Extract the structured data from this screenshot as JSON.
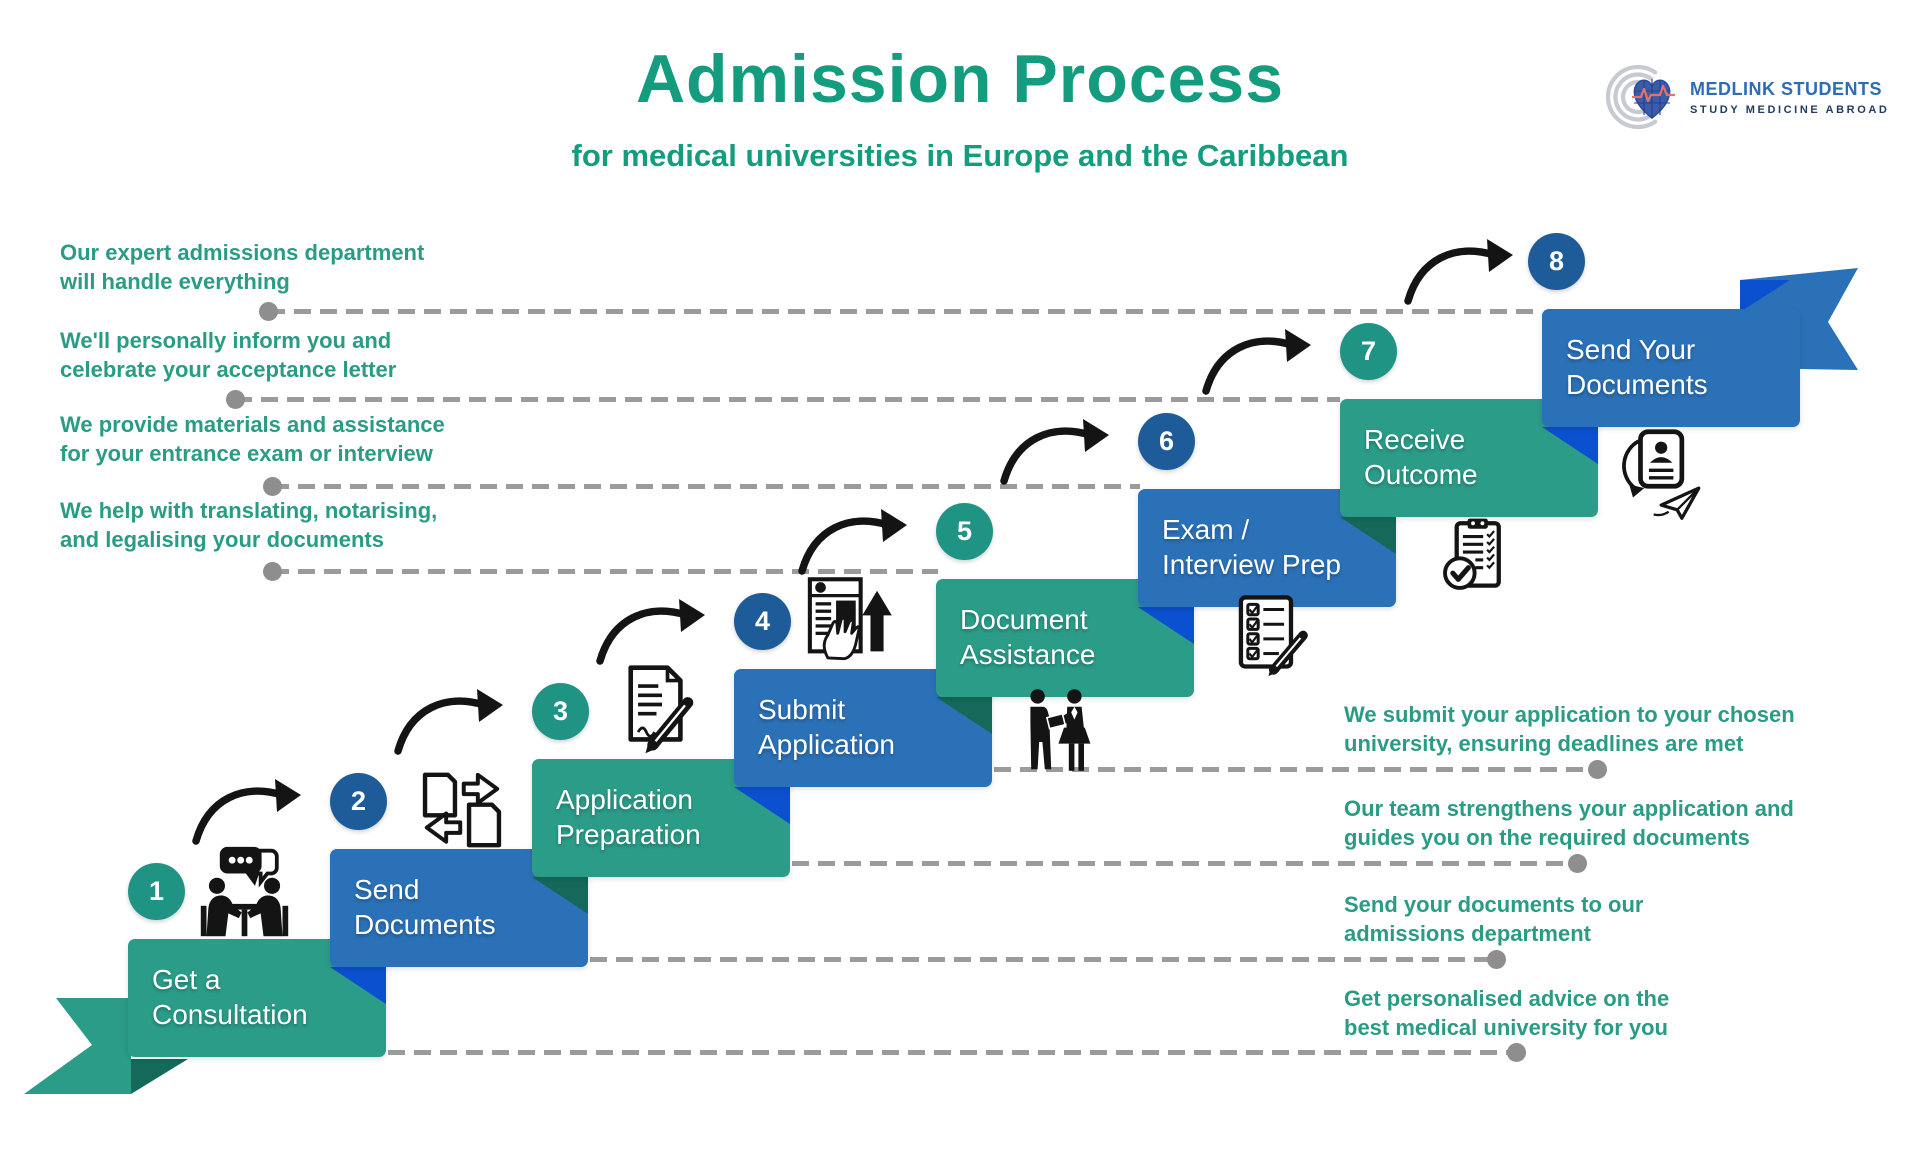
{
  "title": "Admission Process",
  "subtitle": "for medical universities in Europe and the Caribbean",
  "logo": {
    "name": "MEDLINK STUDENTS",
    "tagline": "STUDY MEDICINE ABROAD"
  },
  "steps": [
    {
      "number": "1",
      "label": "Get a\nConsultation",
      "icon": "consultation-icon"
    },
    {
      "number": "2",
      "label": "Send\nDocuments",
      "icon": "document-exchange-icon"
    },
    {
      "number": "3",
      "label": "Application\nPreparation",
      "icon": "document-pen-icon"
    },
    {
      "number": "4",
      "label": "Submit\nApplication",
      "icon": "submit-form-icon"
    },
    {
      "number": "5",
      "label": "Document\nAssistance",
      "icon": "handshake-icon"
    },
    {
      "number": "6",
      "label": "Exam /\nInterview Prep",
      "icon": "checklist-pencil-icon"
    },
    {
      "number": "7",
      "label": "Receive\nOutcome",
      "icon": "clipboard-check-icon"
    },
    {
      "number": "8",
      "label": "Send Your\nDocuments",
      "icon": "send-document-icon"
    }
  ],
  "annotations_left": [
    {
      "text": "Our expert admissions department\nwill handle everything",
      "connects_to_step": 8
    },
    {
      "text": "We'll personally inform you and\ncelebrate your acceptance letter",
      "connects_to_step": 7
    },
    {
      "text": "We provide materials and assistance\nfor your entrance exam or interview",
      "connects_to_step": 6
    },
    {
      "text": "We help with translating, notarising,\nand legalising your documents",
      "connects_to_step": 5
    }
  ],
  "annotations_right": [
    {
      "text": "We submit your application to your chosen\nuniversity, ensuring deadlines are met",
      "connects_to_step": 4
    },
    {
      "text": "Our team strengthens your application and\nguides you on the required documents",
      "connects_to_step": 3
    },
    {
      "text": "Send your documents to our\nadmissions department",
      "connects_to_step": 2
    },
    {
      "text": "Get personalised advice on the\nbest medical university for you",
      "connects_to_step": 1
    }
  ],
  "colors": {
    "teal_box": "#2b9c88",
    "blue_box": "#2b71b8",
    "teal_fold": "#15695a",
    "blue_fold": "#0b50cf",
    "teal_circle": "#1f9484",
    "blue_circle": "#1e5c99",
    "heading_green": "#149c7e",
    "annotation_green": "#2a9b85",
    "dash_gray": "#9b9b9b",
    "logo_blue": "#2e6cb5",
    "logo_navy": "#243a60"
  }
}
